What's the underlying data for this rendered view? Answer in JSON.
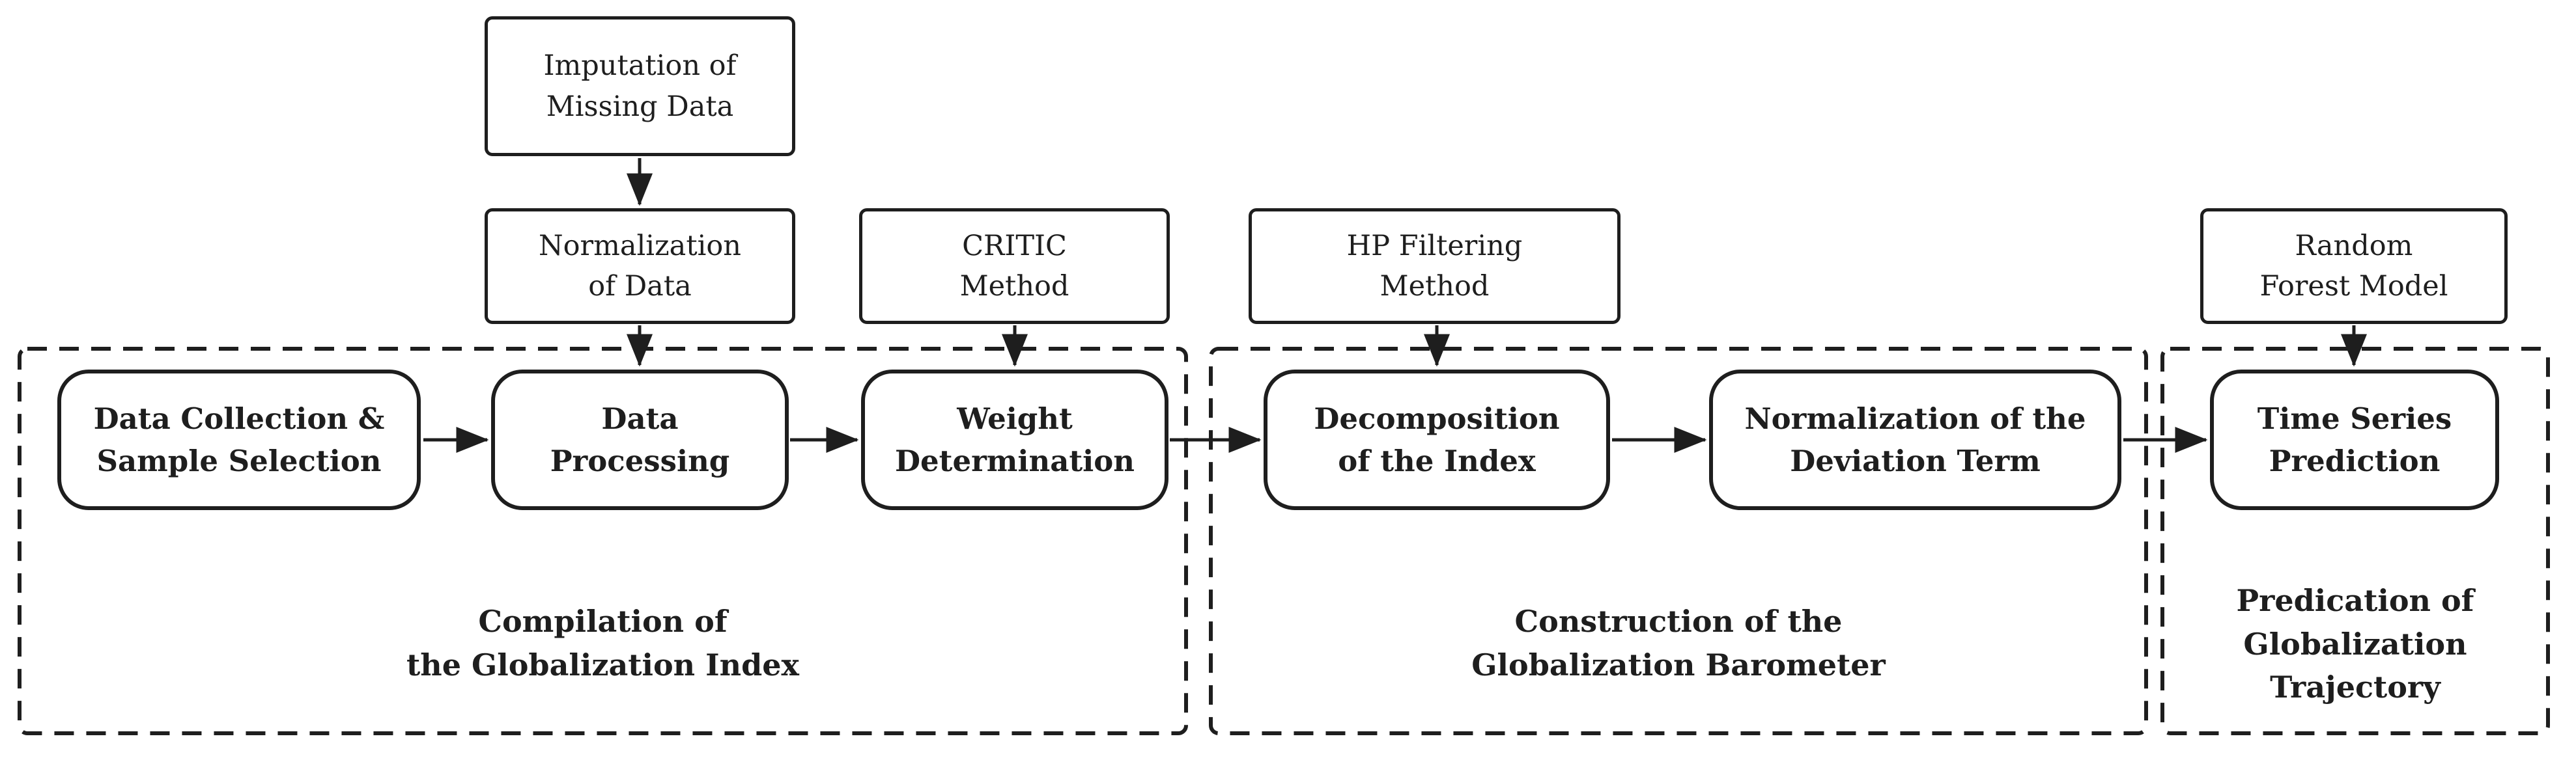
{
  "method_boxes": {
    "imputation": "Imputation of\nMissing Data",
    "normalization_of_data": "Normalization\nof Data",
    "critic": "CRITIC\nMethod",
    "hp_filtering": "HP Filtering\nMethod",
    "random_forest": "Random\nForest Model"
  },
  "step_boxes": {
    "data_collection": "Data Collection &\nSample Selection",
    "data_processing": "Data\nProcessing",
    "weight_determination": "Weight\nDetermination",
    "decomposition": "Decomposition\nof the Index",
    "normalization_deviation": "Normalization of the\nDeviation Term",
    "time_series": "Time Series\nPrediction"
  },
  "stage_labels": {
    "compilation": "Compilation of\nthe Globalization Index",
    "construction": "Construction of the\nGlobalization Barometer",
    "predication": "Predication of\nGlobalization\nTrajectory"
  },
  "edges": [
    {
      "from": "Imputation of Missing Data",
      "to": "Normalization of Data"
    },
    {
      "from": "Normalization of Data",
      "to": "Data Processing"
    },
    {
      "from": "CRITIC Method",
      "to": "Weight Determination"
    },
    {
      "from": "HP Filtering Method",
      "to": "Decomposition of the Index"
    },
    {
      "from": "Random Forest Model",
      "to": "Time Series Prediction"
    },
    {
      "from": "Data Collection & Sample Selection",
      "to": "Data Processing"
    },
    {
      "from": "Data Processing",
      "to": "Weight Determination"
    },
    {
      "from": "Weight Determination",
      "to": "Decomposition of the Index"
    },
    {
      "from": "Decomposition of the Index",
      "to": "Normalization of the Deviation Term"
    },
    {
      "from": "Normalization of the Deviation Term",
      "to": "Time Series Prediction"
    }
  ],
  "colors": {
    "ink": "#1e1e1e",
    "background": "#ffffff"
  }
}
